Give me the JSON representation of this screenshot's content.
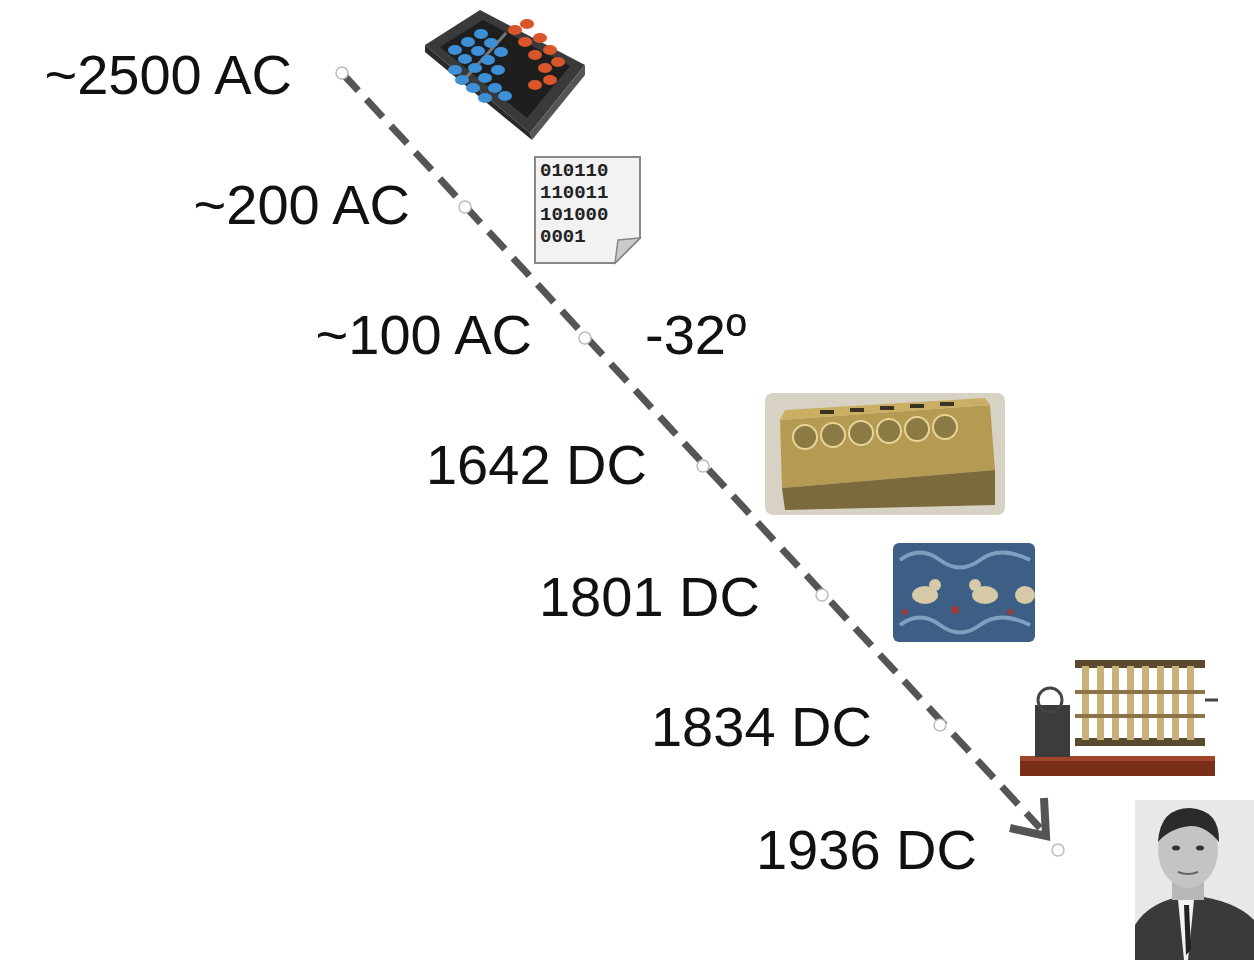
{
  "diagram": {
    "labels": [
      "~2500 AC",
      "~200 AC",
      "~100 AC",
      "-32º",
      "1642 DC",
      "1801 DC",
      "1834 DC",
      "1936 DC",
      "010110",
      "110011",
      "101000",
      "0001"
    ]
  }
}
